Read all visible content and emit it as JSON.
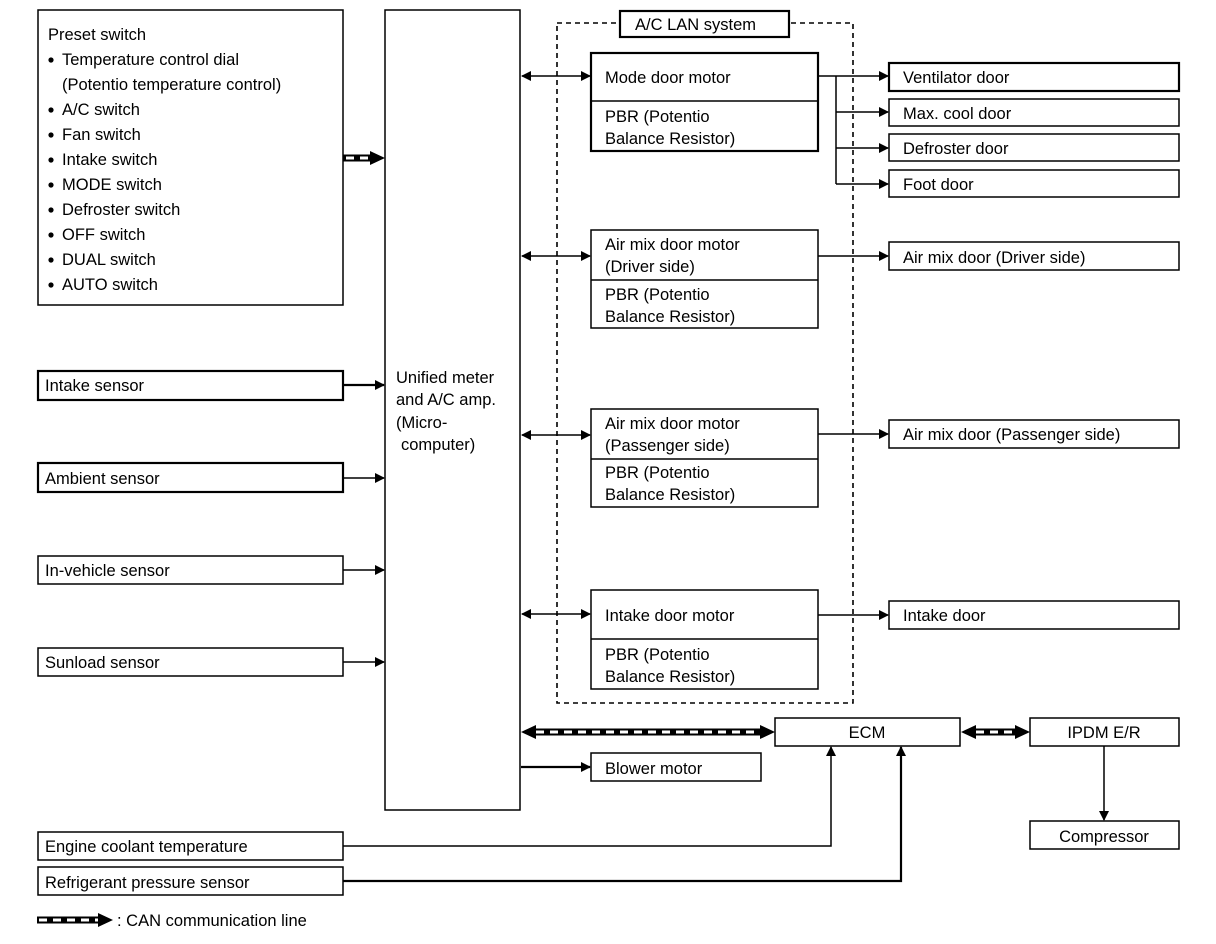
{
  "preset": {
    "title": "Preset switch",
    "items": [
      "Temperature control dial",
      "A/C switch",
      "Fan switch",
      "Intake switch",
      "MODE switch",
      "Defroster switch",
      "OFF switch",
      "DUAL switch",
      "AUTO switch"
    ],
    "item0_sub": "(Potentio temperature control)"
  },
  "sensors": {
    "intake": "Intake sensor",
    "ambient": "Ambient sensor",
    "invehicle": "In-vehicle sensor",
    "sunload": "Sunload sensor",
    "coolant": "Engine coolant temperature",
    "refrigerant": "Refrigerant pressure sensor"
  },
  "amp": {
    "line1": "Unified meter",
    "line2": "and A/C amp.",
    "line3": "(Micro-",
    "line4": "computer)"
  },
  "lan": {
    "title": "A/C LAN system",
    "pbr_line1": "PBR (Potentio",
    "pbr_line2": "Balance Resistor)",
    "mode_motor": "Mode door motor",
    "airmix_driver_1": "Air mix door motor",
    "airmix_driver_2": "(Driver side)",
    "airmix_pass_1": "Air mix door motor",
    "airmix_pass_2": "(Passenger side)",
    "intake_motor": "Intake door motor"
  },
  "doors": {
    "ventilator": "Ventilator door",
    "maxcool": "Max. cool door",
    "defroster": "Defroster door",
    "foot": "Foot door",
    "airmix_driver": "Air mix door (Driver side)",
    "airmix_pass": "Air mix door (Passenger side)",
    "intake": "Intake door"
  },
  "bottom": {
    "ecm": "ECM",
    "ipdm": "IPDM E/R",
    "compressor": "Compressor",
    "blower": "Blower motor"
  },
  "legend": {
    "label": ": CAN communication line"
  }
}
